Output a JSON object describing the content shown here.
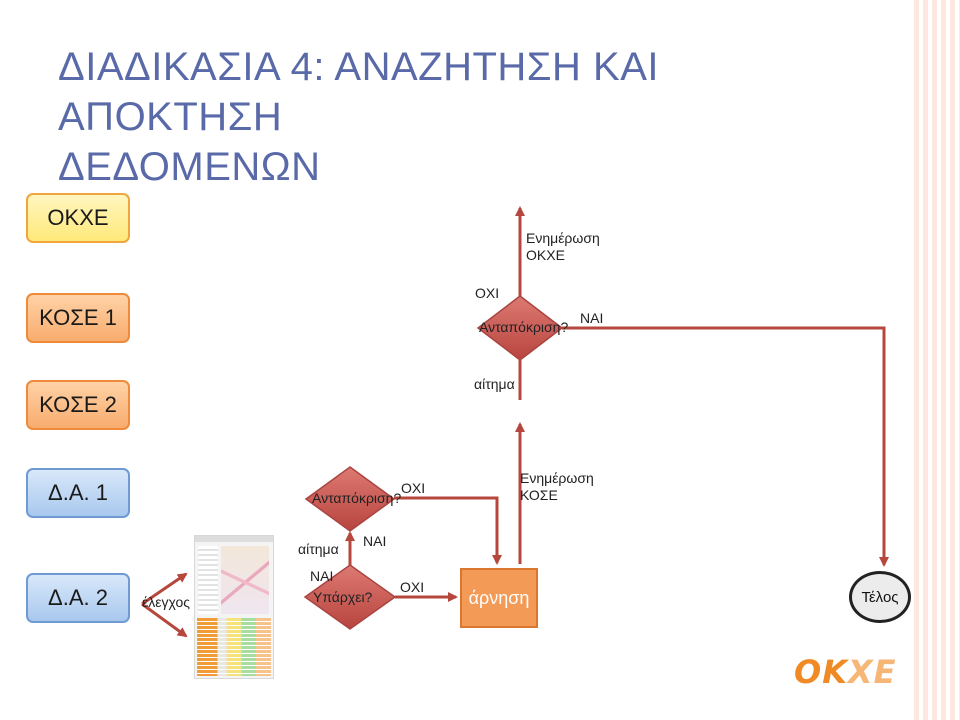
{
  "title": {
    "line1": "ΔΙΑΔΙΚΑΣΙΑ 4: ΑΝΑΖΗΤΗΣΗ ΚΑΙ ΑΠΟΚΤΗΣΗ",
    "line2": "ΔΕΔΟΜΕΝΩΝ"
  },
  "lanes": [
    {
      "label": "ΟΚΧΕ",
      "color": "yellow"
    },
    {
      "label": "ΚΟΣΕ 1",
      "color": "orange"
    },
    {
      "label": "ΚΟΣΕ 2",
      "color": "orange"
    },
    {
      "label": "Δ.Α. 1",
      "color": "blue"
    },
    {
      "label": "Δ.Α. 2",
      "color": "blue"
    }
  ],
  "nodes": {
    "check": "έλεγχος",
    "exists": "Υπάρχει?",
    "response_da1": "Ανταπόκριση?",
    "response_kose1": "Ανταπόκριση?",
    "reject": "άρνηση",
    "end": "Τέλος",
    "notify_kose_line1": "Ενημέρωση",
    "notify_kose_line2": "ΚΟΣΕ",
    "notify_okxe_line1": "Ενημέρωση",
    "notify_okxe_line2": "ΟΚΧΕ"
  },
  "edges": {
    "request_lower": "αίτημα",
    "request_upper": "αίτημα",
    "yes_exists": "ΝΑΙ",
    "no_exists": "ΟΧΙ",
    "yes_da1": "ΝΑΙ",
    "no_da1": "ΟΧΙ",
    "yes_kose1": "ΝΑΙ",
    "no_kose1": "ΟΧΙ"
  },
  "logo": {
    "part1": "OK",
    "part2": "XE"
  },
  "colors": {
    "title": "#5a6aa8",
    "arrow": "#b5473d",
    "diamond": "#c85a5a",
    "reject": "#f39a56"
  }
}
